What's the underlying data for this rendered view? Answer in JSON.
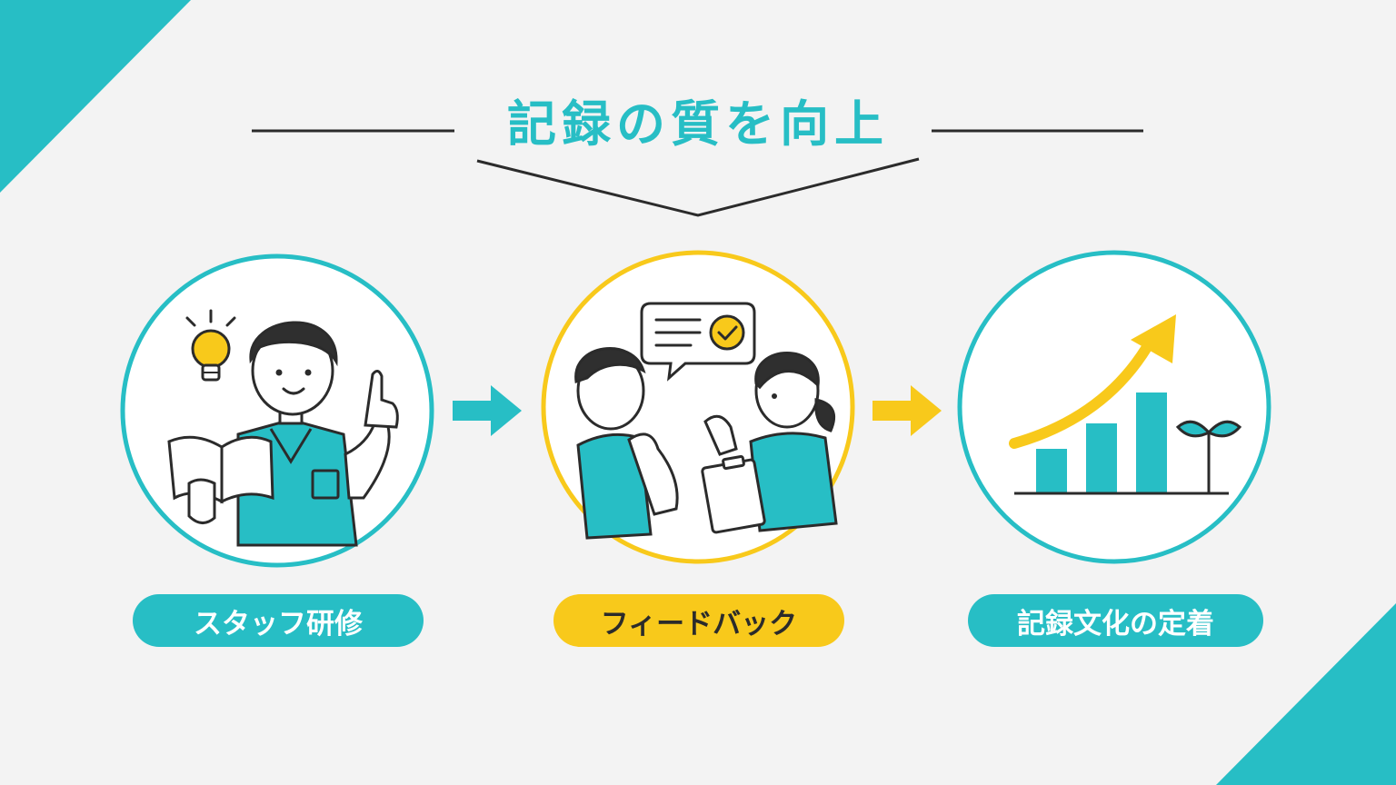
{
  "title": "記録の質を向上",
  "steps": [
    {
      "label": "スタッフ研修",
      "icon": "staff-training-icon"
    },
    {
      "label": "フィードバック",
      "icon": "feedback-icon"
    },
    {
      "label": "記録文化の定着",
      "icon": "growth-chart-icon"
    }
  ],
  "colors": {
    "teal": "#27bec5",
    "yellow": "#f8c91b",
    "ink": "#2b2b2b",
    "background": "#f3f3f3"
  }
}
